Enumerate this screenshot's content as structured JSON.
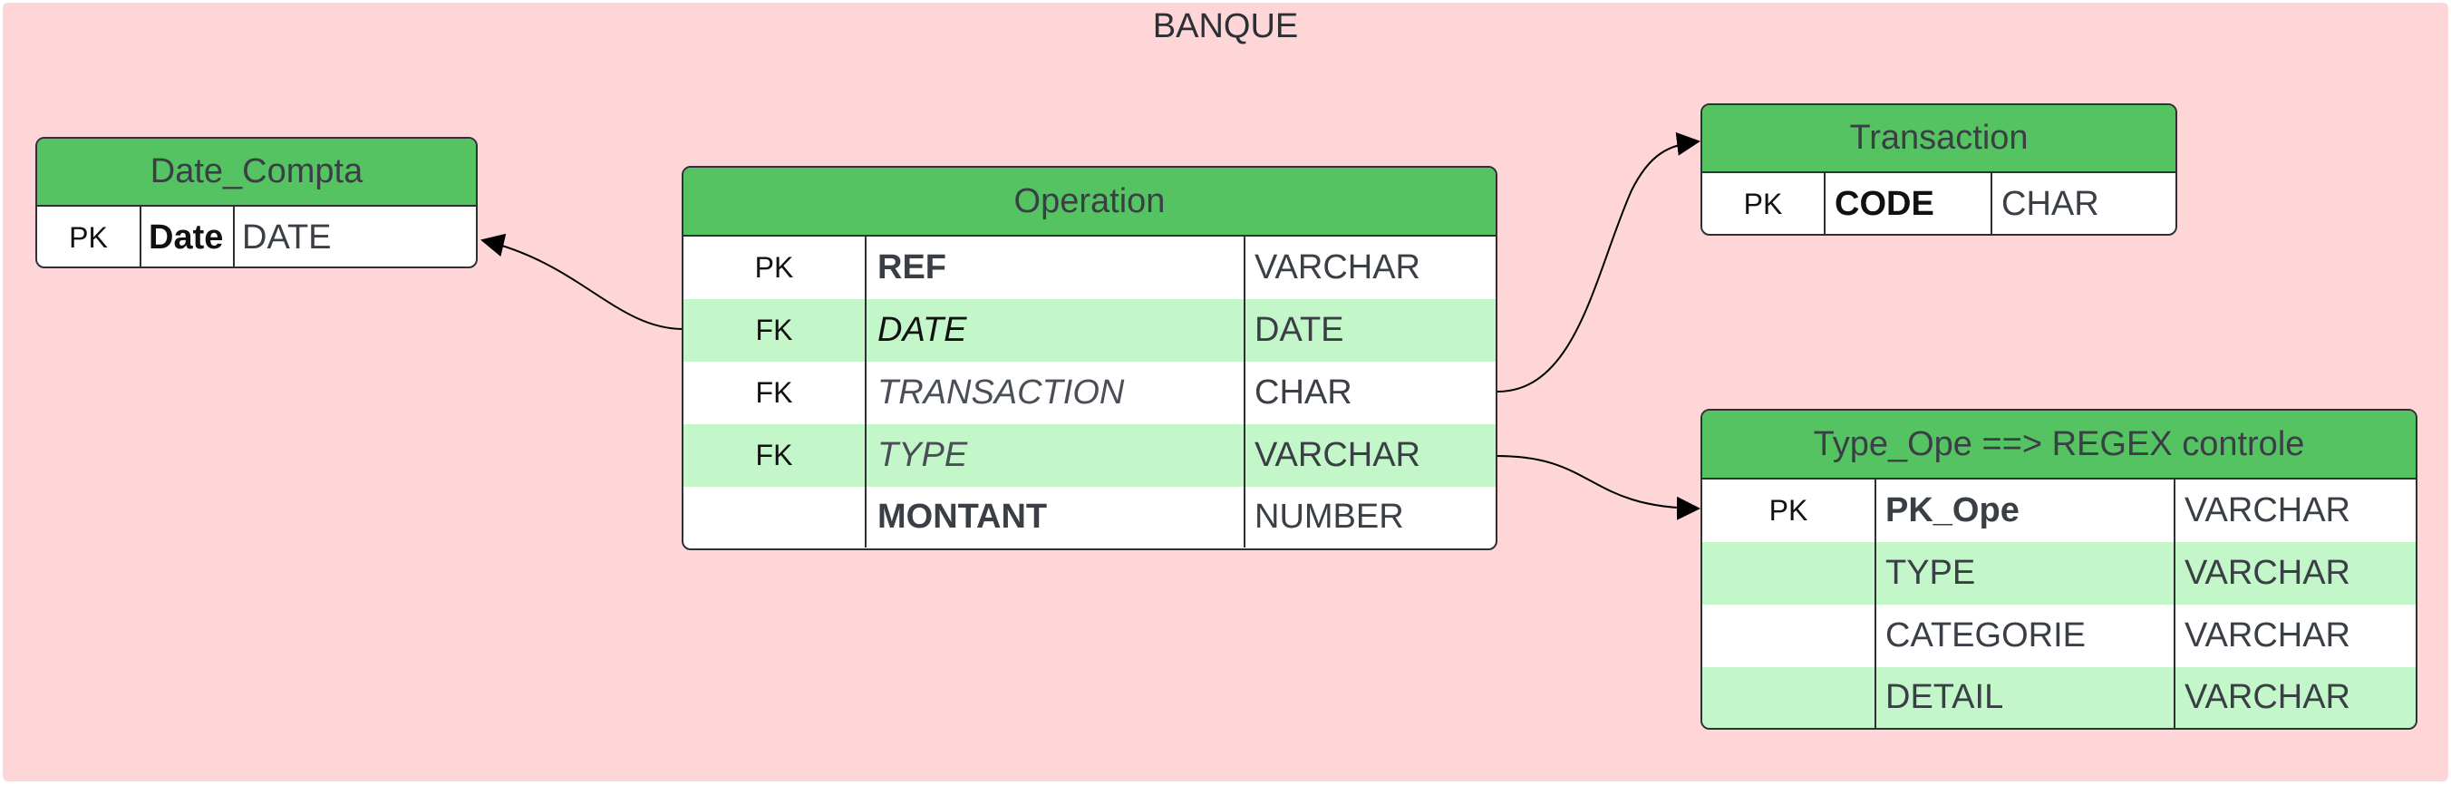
{
  "container": {
    "title": "BANQUE"
  },
  "tables": {
    "date_compta": {
      "title": "Date_Compta",
      "rows": [
        {
          "key": "PK",
          "name": "Date",
          "type": "DATE"
        }
      ]
    },
    "operation": {
      "title": "Operation",
      "rows": [
        {
          "key": "PK",
          "name": "REF",
          "type": "VARCHAR"
        },
        {
          "key": "FK",
          "name": "DATE",
          "type": "DATE"
        },
        {
          "key": "FK",
          "name": "TRANSACTION",
          "type": "CHAR"
        },
        {
          "key": "FK",
          "name": "TYPE",
          "type": "VARCHAR"
        },
        {
          "key": "",
          "name": "MONTANT",
          "type": "NUMBER"
        }
      ]
    },
    "transaction": {
      "title": "Transaction",
      "rows": [
        {
          "key": "PK",
          "name": "CODE",
          "type": "CHAR"
        }
      ]
    },
    "type_ope": {
      "title": "Type_Ope ==> REGEX controle",
      "rows": [
        {
          "key": "PK",
          "name": "PK_Ope",
          "type": "VARCHAR"
        },
        {
          "key": "",
          "name": "TYPE",
          "type": "VARCHAR"
        },
        {
          "key": "",
          "name": "CATEGORIE",
          "type": "VARCHAR"
        },
        {
          "key": "",
          "name": "DETAIL",
          "type": "VARCHAR"
        }
      ]
    }
  },
  "colors": {
    "background": "#ffd6d7",
    "header": "#55c361",
    "alt_row": "#c3f6c8",
    "border": "#2f3033"
  }
}
